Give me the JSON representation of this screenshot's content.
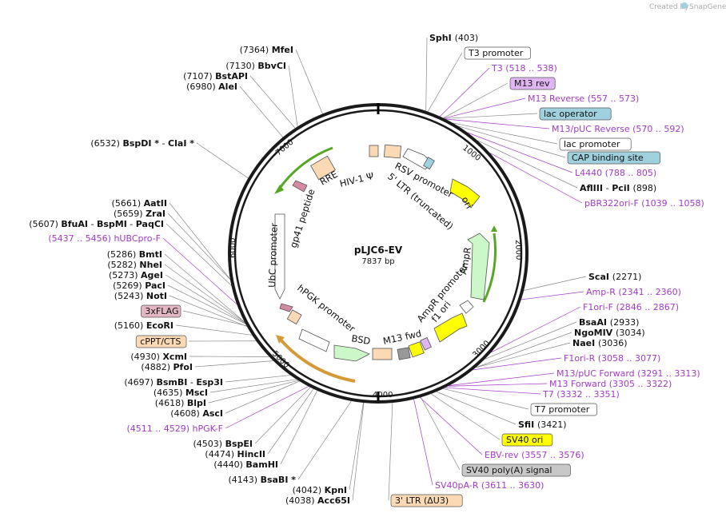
{
  "credit": "Created by",
  "brand": "SnapGene",
  "plasmid": {
    "name": "pLJC6-EV",
    "length": "7837 bp"
  },
  "ticks": [
    "1000",
    "2000",
    "3000",
    "4000",
    "5000",
    "6000",
    "7000"
  ],
  "feature_labels": [
    "RRE",
    "HIV-1 Ψ",
    "RSV promoter",
    "5' LTR (truncated)",
    "ori",
    "gp41 peptide",
    "UbC promoter",
    "hPGK promoter",
    "BSD",
    "M13 fwd",
    "AmpR promoter",
    "f1 ori",
    "AmpR"
  ],
  "right_labels": [
    {
      "pos": "(403)",
      "name": "SphI"
    },
    {
      "box": "T3 promoter"
    },
    {
      "name": "T3",
      "range": "(518 .. 538)"
    },
    {
      "box": "M13 rev"
    },
    {
      "name": "M13 Reverse",
      "range": "(557 .. 573)"
    },
    {
      "box": "lac operator"
    },
    {
      "name": "M13/pUC Reverse",
      "range": "(570 .. 592)"
    },
    {
      "box": "lac promoter"
    },
    {
      "box": "CAP binding site"
    },
    {
      "name": "L4440",
      "range": "(788 .. 805)"
    },
    {
      "name": "AflIII",
      "sep": "-",
      "name2": "PciI",
      "pos": "(898)"
    },
    {
      "name": "pBR322ori-F",
      "range": "(1039 .. 1058)"
    },
    {
      "name": "ScaI",
      "pos": "(2271)"
    },
    {
      "name": "Amp-R",
      "range": "(2341 .. 2360)"
    },
    {
      "name": "F1ori-F",
      "range": "(2846 .. 2867)"
    },
    {
      "name": "BsaAI",
      "pos": "(2933)"
    },
    {
      "name": "NgoMIV",
      "pos": "(3034)"
    },
    {
      "name": "NaeI",
      "pos": "(3036)"
    },
    {
      "name": "F1ori-R",
      "range": "(3058 .. 3077)"
    },
    {
      "name": "M13/pUC Forward",
      "range": "(3291 .. 3313)"
    },
    {
      "name": "M13 Forward",
      "range": "(3305 .. 3322)"
    },
    {
      "name": "T7",
      "range": "(3332 .. 3351)"
    },
    {
      "box": "T7 promoter"
    },
    {
      "name": "SfiI",
      "pos": "(3421)"
    },
    {
      "box": "SV40 ori"
    },
    {
      "name": "EBV-rev",
      "range": "(3557 .. 3576)"
    },
    {
      "box": "SV40 poly(A) signal"
    },
    {
      "name": "SV40pA-R",
      "range": "(3611 .. 3630)"
    },
    {
      "box": "3' LTR (ΔU3)"
    }
  ],
  "left_labels": [
    {
      "pos": "(7364)",
      "name": "MfeI"
    },
    {
      "pos": "(7130)",
      "name": "BbvCI"
    },
    {
      "pos": "(7107)",
      "name": "BstAPI"
    },
    {
      "pos": "(6980)",
      "name": "AleI"
    },
    {
      "pos": "(6532)",
      "name": "BspDI *",
      "sep": "-",
      "name2": "ClaI *"
    },
    {
      "pos": "(5661)",
      "name": "AatII"
    },
    {
      "pos": "(5659)",
      "name": "ZraI"
    },
    {
      "pos": "(5607)",
      "name": "BfuAI",
      "sep": "-",
      "name2": "BspMI",
      "sep2": "-",
      "name3": "PaqCI"
    },
    {
      "range": "(5437 .. 5456)",
      "name": "hUBCpro-F"
    },
    {
      "pos": "(5286)",
      "name": "BmtI"
    },
    {
      "pos": "(5282)",
      "name": "NheI"
    },
    {
      "pos": "(5273)",
      "name": "AgeI"
    },
    {
      "pos": "(5269)",
      "name": "PacI"
    },
    {
      "pos": "(5243)",
      "name": "NotI"
    },
    {
      "box": "3xFLAG"
    },
    {
      "pos": "(5160)",
      "name": "EcoRI"
    },
    {
      "box": "cPPT/CTS"
    },
    {
      "pos": "(4930)",
      "name": "XcmI"
    },
    {
      "pos": "(4882)",
      "name": "PfoI"
    },
    {
      "pos": "(4697)",
      "name": "BsmBI",
      "sep": "-",
      "name2": "Esp3I"
    },
    {
      "pos": "(4635)",
      "name": "MscI"
    },
    {
      "pos": "(4618)",
      "name": "BlpI"
    },
    {
      "pos": "(4608)",
      "name": "AscI"
    },
    {
      "range": "(4511 .. 4529)",
      "name": "hPGK-F"
    },
    {
      "pos": "(4503)",
      "name": "BspEI"
    },
    {
      "pos": "(4474)",
      "name": "HincII"
    },
    {
      "pos": "(4440)",
      "name": "BamHI"
    },
    {
      "pos": "(4143)",
      "name": "BsaBI *"
    },
    {
      "pos": "(4042)",
      "name": "KpnI"
    },
    {
      "pos": "(4038)",
      "name": "Acc65I"
    }
  ],
  "colors": {
    "primer": "#a33ac7",
    "m13rev_box": "#e0b6f2",
    "lac_box": "#9fd0de",
    "sv40ori_box": "#ffff00",
    "sv40polya_box": "#c8c8c8",
    "ltr_box": "#fbd9b4",
    "flag_box": "#e3b7c4",
    "ori": "#ffff00",
    "ampr": "#ccf7c8",
    "bsd": "#ccf7c8",
    "rre": "#fbd9b4",
    "green_arrow": "#56a824",
    "orange_arrow": "#d59a36"
  }
}
